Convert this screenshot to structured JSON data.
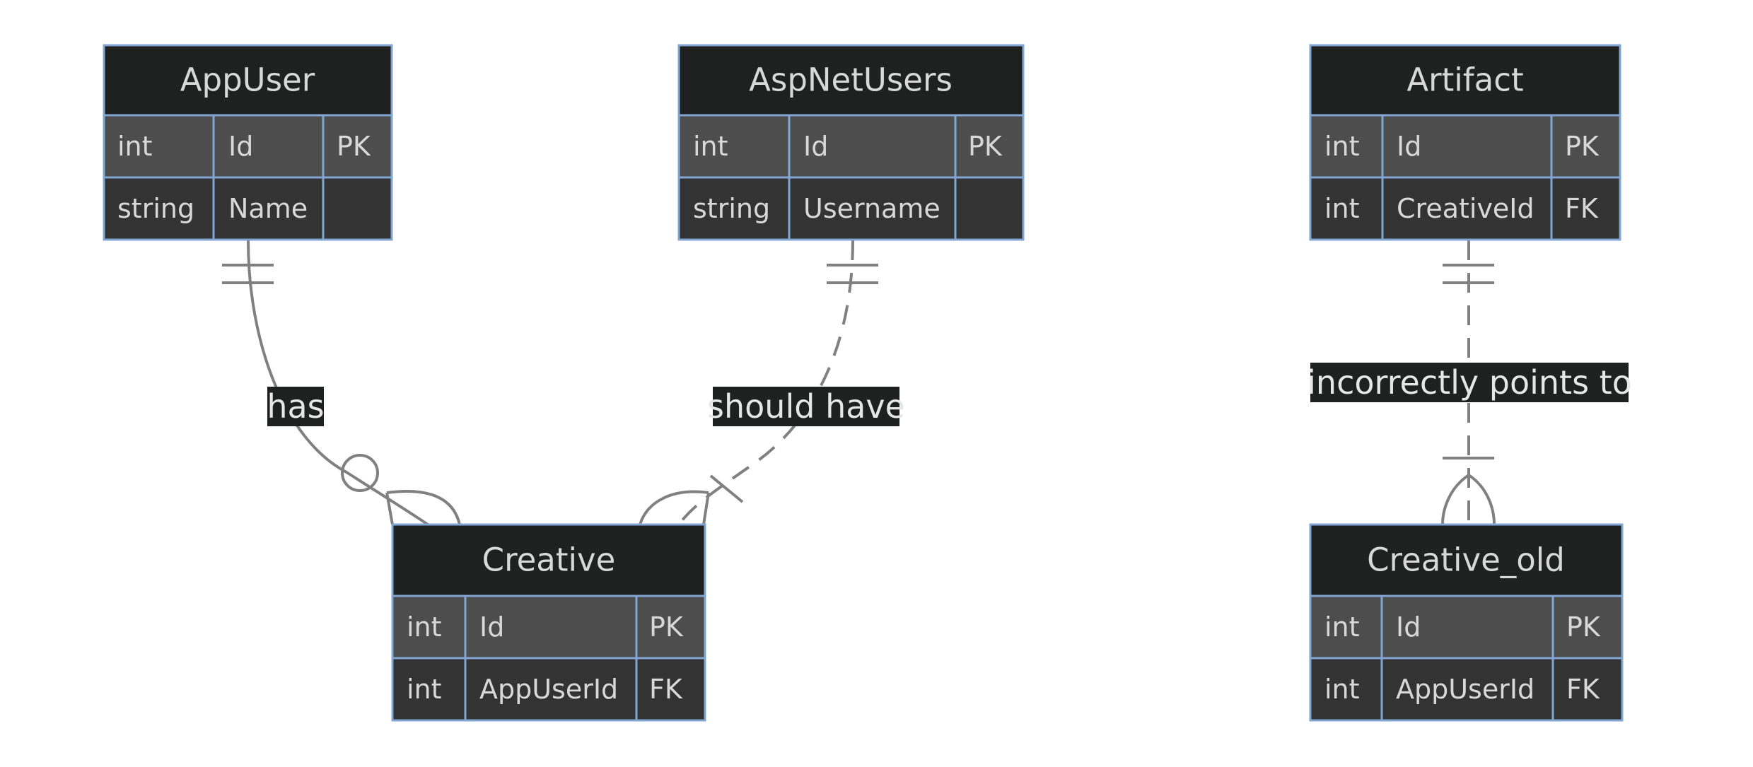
{
  "colors": {
    "background": "#ffffff",
    "entity_header": "#1f2020",
    "row_odd": "#4d4d4d",
    "row_even": "#333333",
    "entity_border": "#81a6d4",
    "relationship_line": "#808080",
    "label_background": "#1f2020",
    "text": "#d8d8d8"
  },
  "entities": [
    {
      "id": "appuser",
      "name": "AppUser",
      "attributes": [
        {
          "type": "int",
          "name": "Id",
          "key": "PK"
        },
        {
          "type": "string",
          "name": "Name",
          "key": ""
        }
      ]
    },
    {
      "id": "aspnetusers",
      "name": "AspNetUsers",
      "attributes": [
        {
          "type": "int",
          "name": "Id",
          "key": "PK"
        },
        {
          "type": "string",
          "name": "Username",
          "key": ""
        }
      ]
    },
    {
      "id": "artifact",
      "name": "Artifact",
      "attributes": [
        {
          "type": "int",
          "name": "Id",
          "key": "PK"
        },
        {
          "type": "int",
          "name": "CreativeId",
          "key": "FK"
        }
      ]
    },
    {
      "id": "creative",
      "name": "Creative",
      "attributes": [
        {
          "type": "int",
          "name": "Id",
          "key": "PK"
        },
        {
          "type": "int",
          "name": "AppUserId",
          "key": "FK"
        }
      ]
    },
    {
      "id": "creative_old",
      "name": "Creative_old",
      "attributes": [
        {
          "type": "int",
          "name": "Id",
          "key": "PK"
        },
        {
          "type": "int",
          "name": "AppUserId",
          "key": "FK"
        }
      ]
    }
  ],
  "relationships": [
    {
      "id": "appuser-creative",
      "from": "AppUser",
      "to": "Creative",
      "label": "has",
      "from_cardinality": "exactly-one",
      "to_cardinality": "zero-or-many",
      "identifying": true
    },
    {
      "id": "aspnetusers-creative",
      "from": "AspNetUsers",
      "to": "Creative",
      "label": "should have",
      "from_cardinality": "exactly-one",
      "to_cardinality": "one-or-many",
      "identifying": false
    },
    {
      "id": "artifact-creative_old",
      "from": "Artifact",
      "to": "Creative_old",
      "label": "incorrectly points to",
      "from_cardinality": "exactly-one",
      "to_cardinality": "one-or-many",
      "identifying": false
    }
  ]
}
